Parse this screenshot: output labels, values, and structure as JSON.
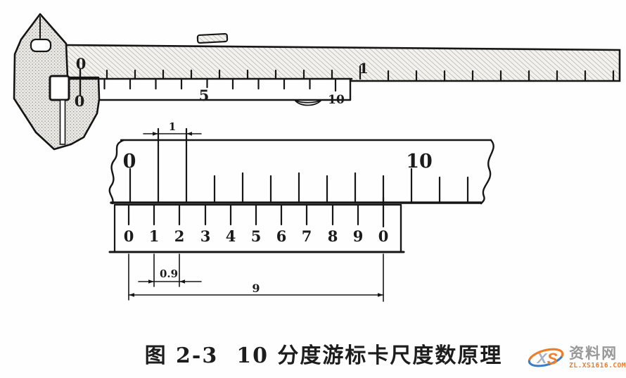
{
  "figure": {
    "caliper": {
      "main_zero": "0",
      "main_one": "1",
      "vernier_zero": "0",
      "vernier_five": "5",
      "vernier_ten": "10"
    },
    "detail": {
      "main_zero": "0",
      "main_ten": "10",
      "dim_one_unit": "1",
      "vernier_labels": [
        "0",
        "1",
        "2",
        "3",
        "4",
        "5",
        "6",
        "7",
        "8",
        "9",
        "0"
      ],
      "dim_vernier_div": "0.9",
      "dim_vernier_total": "9"
    }
  },
  "caption": {
    "figure_no": "图 2-3",
    "title": "10 分度游标卡尺度数原理"
  },
  "watermark": {
    "logo_x": "X",
    "logo_s": "S",
    "site_name": "资料网",
    "site_url": "ZL.XS1616.COM",
    "colors": {
      "blue": "#3b7fc4",
      "orange": "#ee7d28",
      "gray": "#989898",
      "ink": "#1b1b1b"
    }
  }
}
